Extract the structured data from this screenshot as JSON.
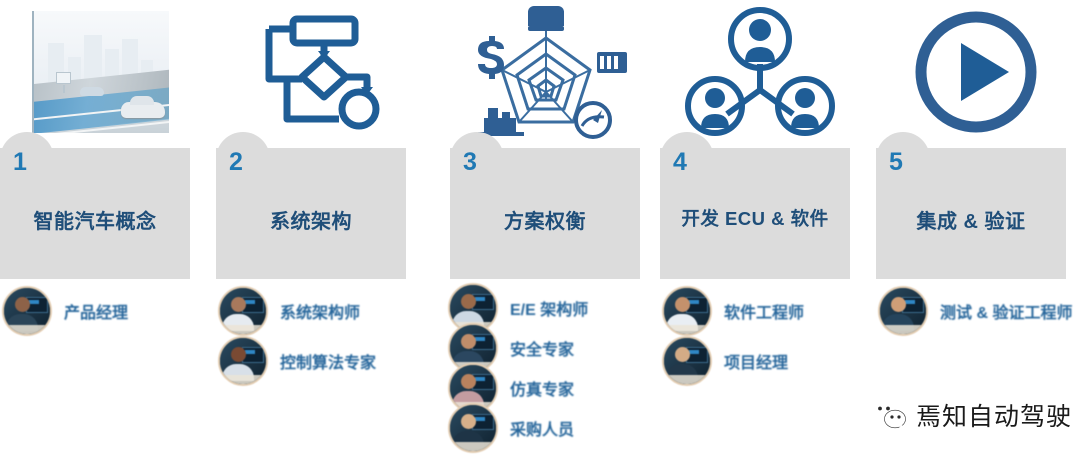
{
  "steps": [
    {
      "number": "1",
      "title": "智能汽车概念",
      "icon": "autonomous-driving-photo",
      "roles": [
        {
          "label": "产品经理",
          "avatar": "avatar-product-manager"
        }
      ]
    },
    {
      "number": "2",
      "title": "系统架构",
      "icon": "flowchart-icon",
      "roles": [
        {
          "label": "系统架构师",
          "avatar": "avatar-system-architect"
        },
        {
          "label": "控制算法专家",
          "avatar": "avatar-control-algorithm-expert"
        }
      ]
    },
    {
      "number": "3",
      "title": "方案权衡",
      "icon": "radar-tradeoff-icon",
      "roles": [
        {
          "label": "E/E 架构师",
          "avatar": "avatar-ee-architect"
        },
        {
          "label": "安全专家",
          "avatar": "avatar-safety-expert"
        },
        {
          "label": "仿真专家",
          "avatar": "avatar-simulation-expert"
        },
        {
          "label": "采购人员",
          "avatar": "avatar-procurement-staff"
        }
      ]
    },
    {
      "number": "4",
      "title": "开发 ECU & 软件",
      "icon": "team-network-icon",
      "roles": [
        {
          "label": "软件工程师",
          "avatar": "avatar-software-engineer"
        },
        {
          "label": "项目经理",
          "avatar": "avatar-project-manager"
        }
      ]
    },
    {
      "number": "5",
      "title": "集成 & 验证",
      "icon": "play-button-icon",
      "roles": [
        {
          "label": "测试 & 验证工程师",
          "avatar": "avatar-test-validation-engineer"
        }
      ]
    }
  ],
  "watermark": {
    "icon": "wechat-icon",
    "text": "焉知自动驾驶"
  },
  "colors": {
    "card_bg": "#dcdcdc",
    "number": "#2079b4",
    "title": "#1f4e79",
    "role_label": "#1b5e96",
    "icon_blue": "#1f5d96",
    "avatar_ring": "#e3cdb2",
    "page_bg": "#ffffff"
  }
}
